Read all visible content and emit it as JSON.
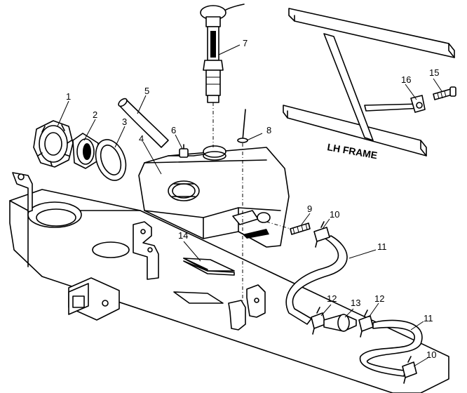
{
  "frame_label": "LH FRAME",
  "callouts": [
    "1",
    "2",
    "3",
    "4",
    "5",
    "6",
    "7",
    "8",
    "9",
    "10",
    "11",
    "12",
    "13",
    "14",
    "15",
    "16"
  ],
  "callout_11b": "11",
  "callout_10b": "10",
  "callout_12b": "12"
}
